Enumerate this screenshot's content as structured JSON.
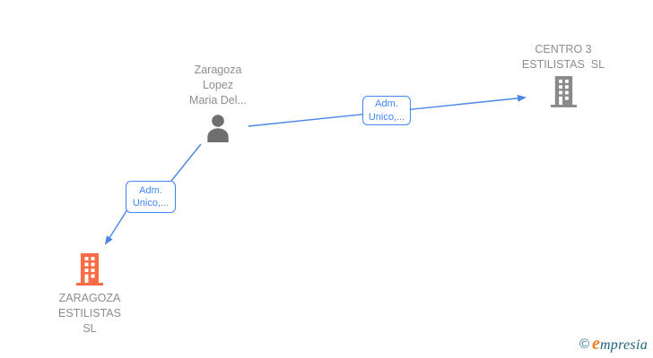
{
  "diagram": {
    "person": {
      "label": "Zaragoza\nLopez\nMaria Del..."
    },
    "companies": [
      {
        "label": "CENTRO 3\nESTILISTAS  SL"
      },
      {
        "label": "ZARAGOZA\nESTILISTAS\nSL"
      }
    ],
    "edges": [
      {
        "from": "Zaragoza Lopez Maria Del...",
        "to": "CENTRO 3 ESTILISTAS SL",
        "label": "Adm.\nUnico,..."
      },
      {
        "from": "Zaragoza Lopez Maria Del...",
        "to": "ZARAGOZA ESTILISTAS SL",
        "label": "Adm.\nUnico,..."
      }
    ],
    "colors": {
      "edge": "#4a86e8",
      "label": "#4285f4",
      "text": "#8d8d8d",
      "person": "#6f6f6f",
      "building_gray": "#8a8a8a",
      "building_orange": "#fa6a44",
      "wm_teal": "#2e7e92",
      "wm_teal2": "#19647a",
      "wm_orange": "#ef7d1f"
    }
  },
  "watermark": {
    "copyright": "©",
    "brand_initial": "e",
    "brand_rest": "mpresia"
  }
}
